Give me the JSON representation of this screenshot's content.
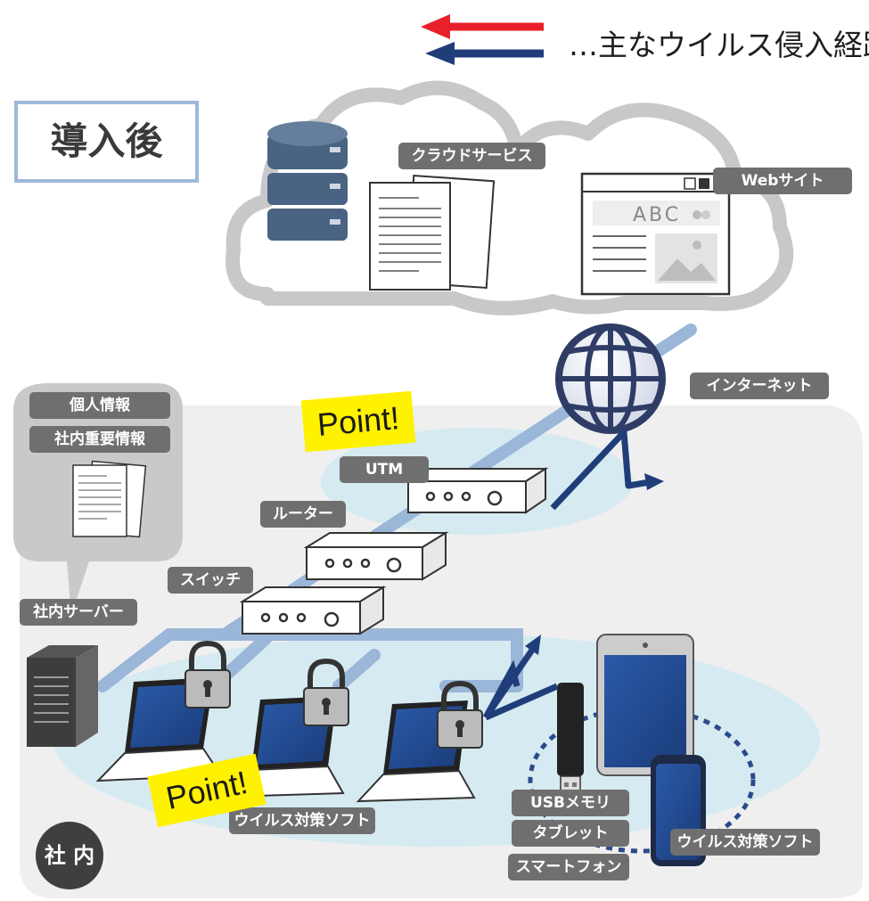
{
  "legend": {
    "text": "…主なウイルス侵入経路",
    "arrow_colors": [
      "#e8202a",
      "#1f3e79"
    ]
  },
  "after_label": "導入後",
  "office_label": "社 内",
  "cloud": {
    "cloud_service_label": "クラウドサービス",
    "website_label": "Webサイト",
    "website_heading": "ABC"
  },
  "internet_label": "インターネット",
  "server_bubble": {
    "labels": [
      "個人情報",
      "社内重要情報"
    ]
  },
  "server_label": "社内サーバー",
  "devices": {
    "utm": "UTM",
    "router": "ルーター",
    "switch": "スイッチ",
    "usb": "USBメモリ",
    "tablet": "タブレット",
    "smartphone": "スマートフォン"
  },
  "antivirus_pc_label": "ウイルス対策ソフト",
  "antivirus_mobile_label": "ウイルス対策ソフト",
  "point_labels": [
    "Point!",
    "Point!"
  ],
  "colors": {
    "line": "#9ab6d8",
    "arrow_blue": "#1f3e79",
    "arrow_red": "#e8202a",
    "zone": "#d6eaf1",
    "office_bg": "#efefef",
    "pill": "#6f6f6f",
    "point": "#fff200"
  }
}
